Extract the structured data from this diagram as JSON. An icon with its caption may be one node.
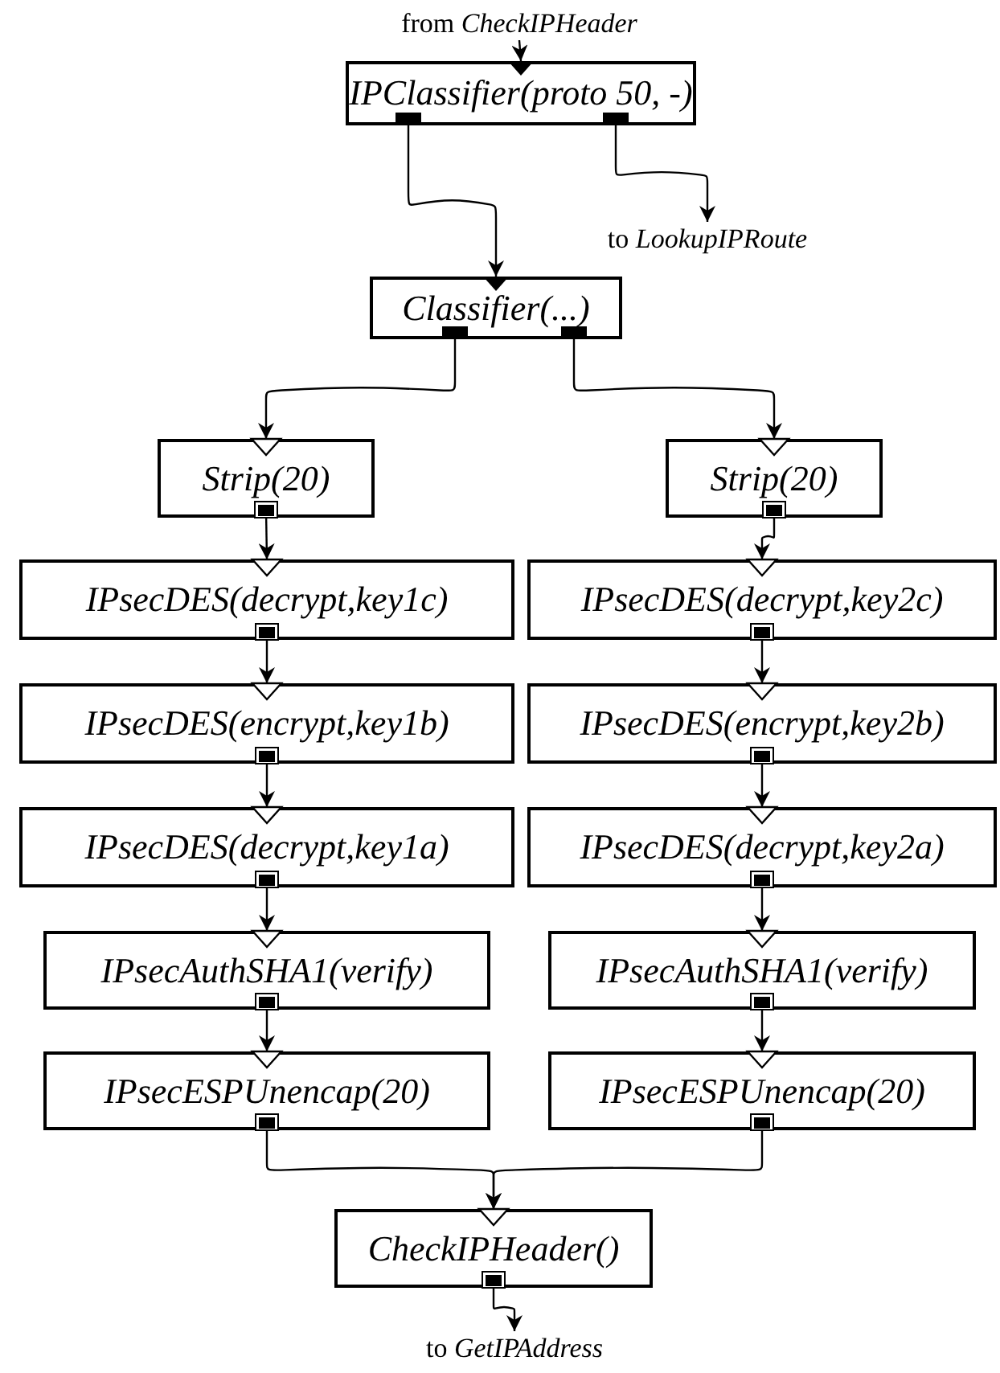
{
  "diagram": {
    "nodes": [
      {
        "text": [
          "from *CheckIPHeader*"
        ]
      },
      {
        "text": [
          "IPClassifier(proto 50, -)"
        ]
      },
      {
        "text": [
          "to *LookupIPRoute*"
        ]
      },
      {
        "text": [
          "Classifier(...)"
        ]
      },
      {
        "text": [
          "Strip(20)"
        ]
      },
      {
        "text": [
          "Strip(20)"
        ]
      },
      {
        "text": [
          "IPsecDES(decrypt,key1c)"
        ]
      },
      {
        "text": [
          "IPsecDES(decrypt,key2c)"
        ]
      },
      {
        "text": [
          "IPsecDES(encrypt,key1b)"
        ]
      },
      {
        "text": [
          "IPsecDES(encrypt,key2b)"
        ]
      },
      {
        "text": [
          "IPsecDES(decrypt,key1a)"
        ]
      },
      {
        "text": [
          "IPsecDES(decrypt,key2a)"
        ]
      },
      {
        "text": [
          "IPsecAuthSHA1(verify)"
        ]
      },
      {
        "text": [
          "IPsecAuthSHA1(verify)"
        ]
      },
      {
        "text": [
          "IPsecESPUnencap(20)"
        ]
      },
      {
        "text": [
          "IPsecESPUnencap(20)"
        ]
      },
      {
        "text": [
          "CheckIPHeader()"
        ]
      },
      {
        "text": [
          "to *GetIPAddress*"
        ]
      }
    ],
    "edges": [
      {
        "from": 0,
        "to": 1,
        "arrow": "to"
      },
      {
        "from": 1,
        "to": 3,
        "arrow": "to"
      },
      {
        "from": 1,
        "to": 2,
        "arrow": "to"
      },
      {
        "from": 3,
        "to": 4,
        "arrow": "to"
      },
      {
        "from": 3,
        "to": 5,
        "arrow": "to"
      },
      {
        "from": 4,
        "to": 6,
        "arrow": "to"
      },
      {
        "from": 6,
        "to": 8,
        "arrow": "to"
      },
      {
        "from": 8,
        "to": 10,
        "arrow": "to"
      },
      {
        "from": 10,
        "to": 12,
        "arrow": "to"
      },
      {
        "from": 12,
        "to": 14,
        "arrow": "to"
      },
      {
        "from": 5,
        "to": 7,
        "arrow": "to"
      },
      {
        "from": 7,
        "to": 9,
        "arrow": "to"
      },
      {
        "from": 9,
        "to": 11,
        "arrow": "to"
      },
      {
        "from": 11,
        "to": 13,
        "arrow": "to"
      },
      {
        "from": 13,
        "to": 15,
        "arrow": "to"
      },
      {
        "from": 14,
        "to": 16,
        "arrow": "to"
      },
      {
        "from": 15,
        "to": 16,
        "arrow": "to"
      },
      {
        "from": 16,
        "to": 17,
        "arrow": "to"
      }
    ]
  }
}
